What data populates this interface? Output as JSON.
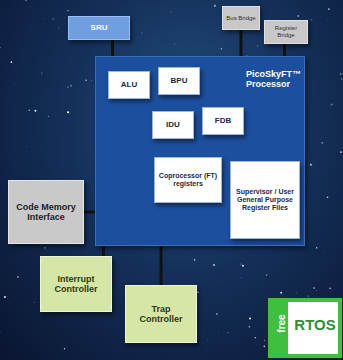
{
  "diagram": {
    "nodes": [
      {
        "text": [
          "SRU"
        ]
      },
      {
        "text": [
          "Bus Bridge"
        ]
      },
      {
        "text": [
          "Register Bridge"
        ]
      },
      {
        "text": [
          "PicoSkyFT™ Processor"
        ]
      },
      {
        "text": [
          "ALU"
        ],
        "in": 3
      },
      {
        "text": [
          "BPU"
        ],
        "in": 3
      },
      {
        "text": [
          "IDU"
        ],
        "in": 3
      },
      {
        "text": [
          "FDB"
        ],
        "in": 3
      },
      {
        "text": [
          "Coprocessor (FT) registers"
        ],
        "in": 3
      },
      {
        "text": [
          "Supervisor / User General Purpose Register Files"
        ],
        "in": 3
      },
      {
        "text": [
          "Code Memory Interface"
        ]
      },
      {
        "text": [
          "Interrupt Controller"
        ]
      },
      {
        "text": [
          "Trap Controller"
        ]
      }
    ],
    "edges": [
      {
        "from": 0,
        "to": 3,
        "arrow": "none"
      },
      {
        "from": 1,
        "to": 3,
        "arrow": "none"
      },
      {
        "from": 2,
        "to": 3,
        "arrow": "none"
      },
      {
        "from": 10,
        "to": 3,
        "arrow": "none"
      },
      {
        "from": 11,
        "to": 3,
        "arrow": "none"
      },
      {
        "from": 12,
        "to": 3,
        "arrow": "none"
      }
    ],
    "labels": [
      "free",
      "RTOS"
    ]
  }
}
